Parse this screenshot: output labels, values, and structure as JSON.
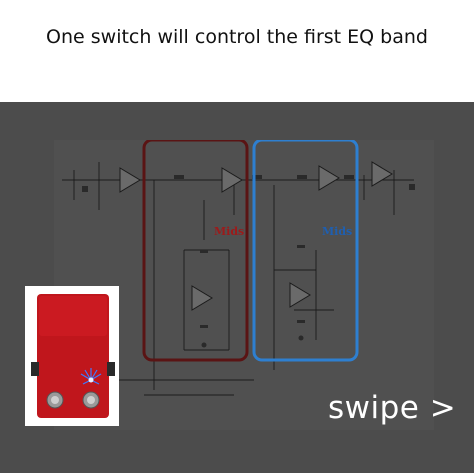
{
  "header": {
    "title": "One switch will control the first EQ band"
  },
  "schematic": {
    "labels": {
      "mids_left": "Mids",
      "mids_right": "Mids"
    },
    "highlight_colors": {
      "left_box": "#5a1414",
      "right_box": "#2e7fd0",
      "mids_left_text": "#9c1b1b",
      "mids_right_text": "#1f5fb0"
    }
  },
  "thumbnail": {
    "subject": "red-guitar-pedal",
    "body_color": "#c0161c"
  },
  "nav": {
    "swipe_label": "swipe >"
  }
}
